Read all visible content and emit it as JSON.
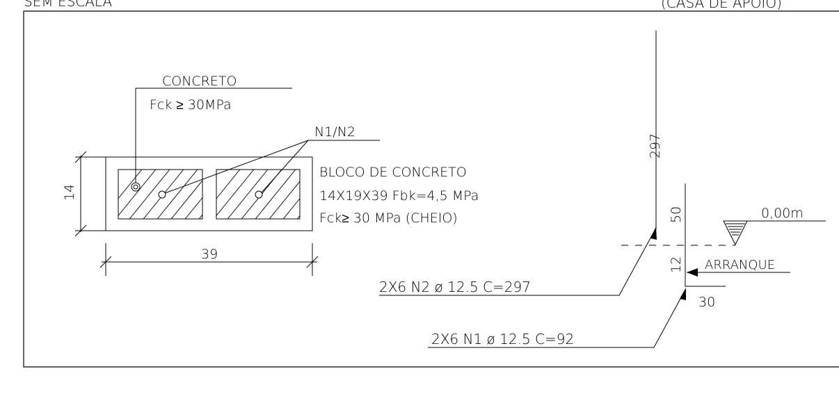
{
  "header": {
    "left_note": "SEM ESCALA",
    "right_note": "(CASA DE APOIO)"
  },
  "block_detail": {
    "concrete_title": "CONCRETO",
    "concrete_fck": "Fck ≥ 30MPa",
    "rebar_callout": "N1/N2",
    "block_line1": "BLOCO DE CONCRETO",
    "block_line2": "14X19X39 Fbk=4,5 MPa",
    "block_line3": "Fck≥ 30 MPa (CHEIO)",
    "dim_height": "14",
    "dim_width": "39"
  },
  "rebar_detail": {
    "dim_297": "297",
    "dim_50": "50",
    "dim_12": "12",
    "dim_30": "30",
    "level_label": "0,00m",
    "start_label": "ARRANQUE",
    "bar_n2": "2X6 N2 ø 12.5 C=297",
    "bar_n1": "2X6 N1 ø 12.5 C=92"
  },
  "colors": {
    "line": "#000000",
    "background": "#ffffff"
  }
}
